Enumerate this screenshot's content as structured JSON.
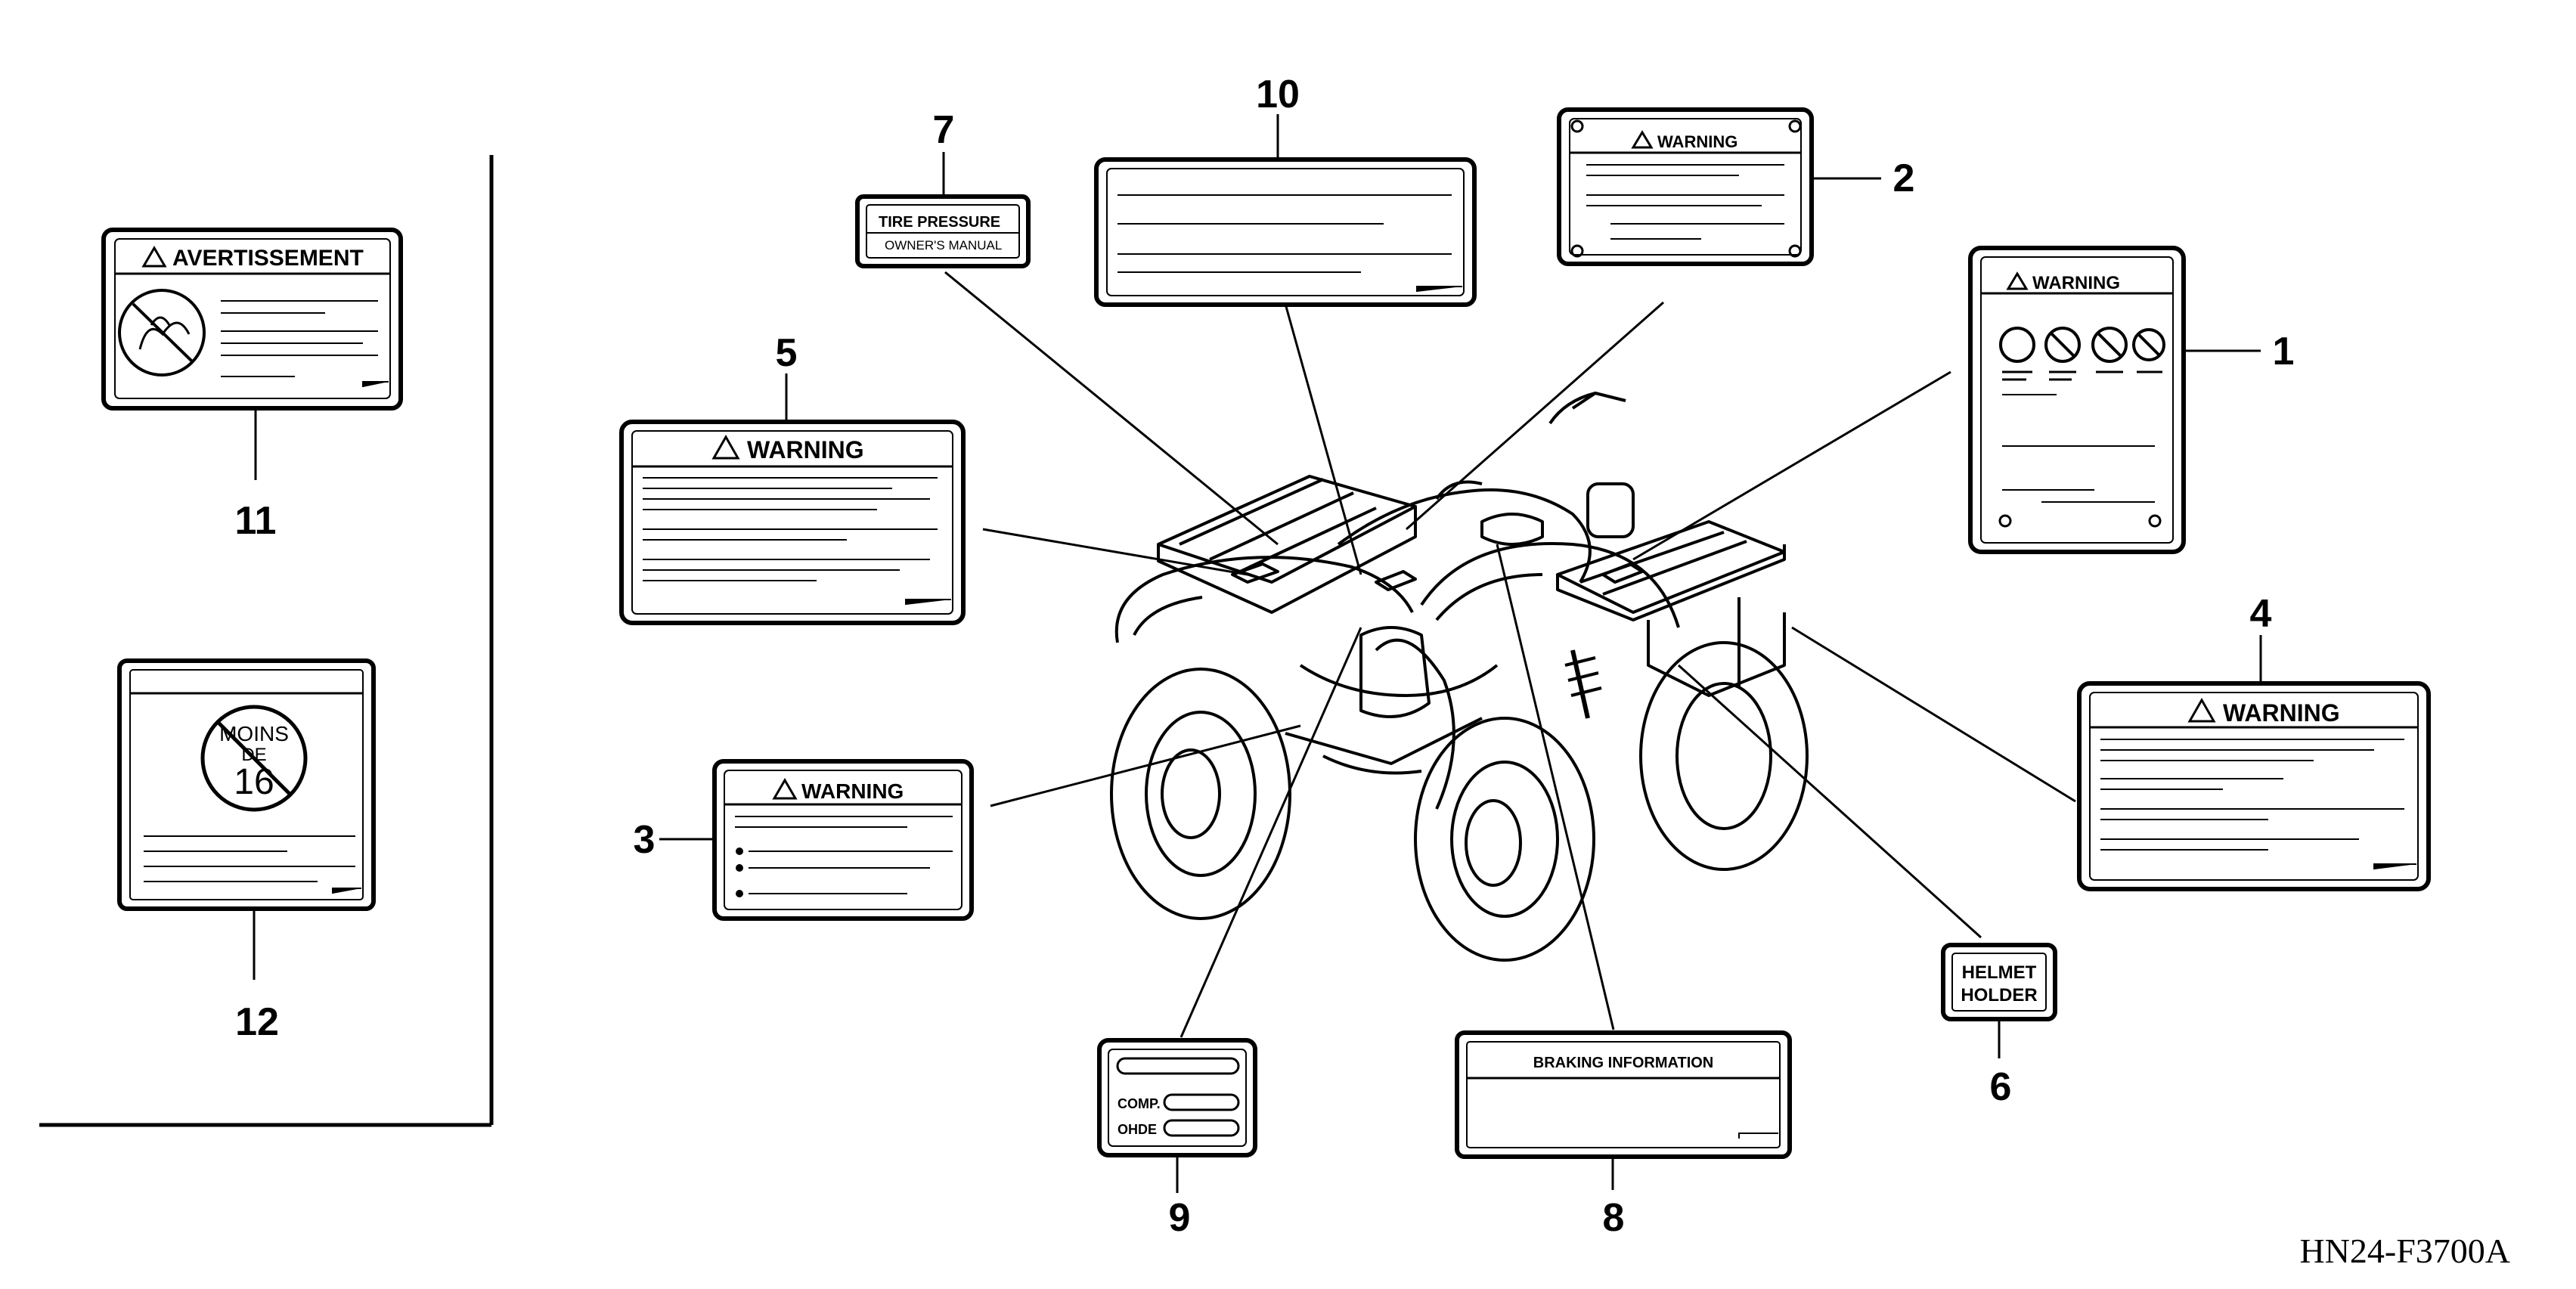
{
  "figure_code": "HN24-F3700A",
  "callouts": [
    "1",
    "2",
    "3",
    "4",
    "5",
    "6",
    "7",
    "8",
    "9",
    "10",
    "11",
    "12"
  ],
  "labels": {
    "warning_heading": "WARNING",
    "avertissement_heading": "AVERTISSEMENT",
    "tire_pressure_line1": "TIRE PRESSURE",
    "tire_pressure_line2": "OWNER'S MANUAL",
    "helmet_line1": "HELMET",
    "helmet_line2": "HOLDER",
    "braking_heading": "BRAKING INFORMATION",
    "age_moins": "MOINS",
    "age_de": "DE",
    "age_16": "16",
    "vin_comp": "COMP.",
    "vin_ohde": "OHDE"
  }
}
